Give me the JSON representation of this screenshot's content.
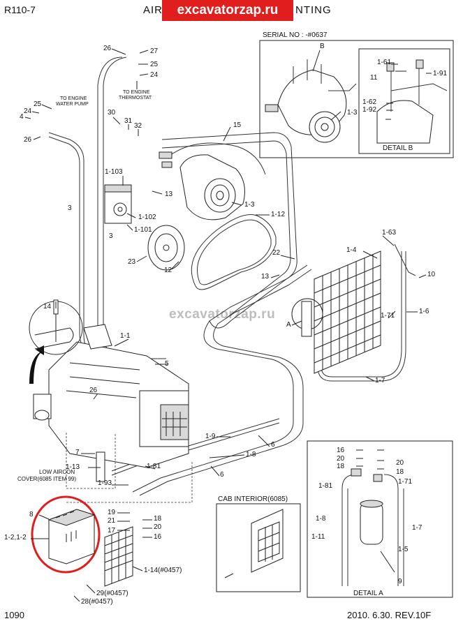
{
  "header": {
    "model": "R110-7",
    "title_visible": "AIR",
    "title_tail": "NTING",
    "watermark": "excavatorzap.ru",
    "watermark_mid": "excavatorzap.ru"
  },
  "footer": {
    "page": "1090",
    "revision": "2010. 6.30.  REV.10F"
  },
  "boxes": {
    "serial": "SERIAL NO : -#0637",
    "detail_b": "DETAIL B",
    "detail_a": "DETAIL A",
    "cab_interior": "CAB INTERIOR(6085)"
  },
  "notes": {
    "engine_pump_1": "TO ENGINE",
    "engine_pump_2": "WATER PUMP",
    "engine_thermo_1": "TO ENGINE",
    "engine_thermo_2": "THERMOSTAT",
    "low_cover_1": "LOW AIRCON",
    "low_cover_2": "COVER(6085 ITEM 99)"
  },
  "callouts": {
    "c26a": "26",
    "c27": "27",
    "c25a": "25",
    "c24a": "24",
    "c25b": "25",
    "c24b": "24",
    "c4": "4",
    "c26b": "26",
    "c30": "30",
    "c31": "31",
    "c32": "32",
    "c15": "15",
    "c1103": "1-103",
    "c13a": "13",
    "c1102": "1-102",
    "c1101": "1-101",
    "c3a": "3",
    "c3b": "3",
    "c13": "1-3",
    "c112": "1-12",
    "c23": "23",
    "c12": "12",
    "c22": "22",
    "c13b": "13",
    "c14": "1-4",
    "c163": "1-63",
    "c10": "10",
    "c171a": "1-71",
    "c16": "1-6",
    "c17a": "1-7",
    "cA": "A",
    "c14item": "14",
    "c11": "1-1",
    "c5": "5",
    "c26c": "26",
    "c7": "7",
    "c113": "1-13",
    "c181a": "1-81",
    "c193": "1-93",
    "c19": "19",
    "c21": "21",
    "c18a": "18",
    "c20a": "20",
    "c17": "17",
    "c16b": "16",
    "c19b": "1-9",
    "c6a": "6",
    "c18b": "1-8",
    "c6b": "6",
    "c8": "8",
    "c12a": "1-2,1-2",
    "c114": "1-14(#0457)",
    "c29": "29(#0457)",
    "c28": "28(#0457)",
    "cB": "B",
    "c161": "1-61",
    "c11b": "11",
    "c191": "1-91",
    "c162": "1-62",
    "c192": "1-92",
    "c13c": "1-3",
    "d16": "16",
    "d20a": "20",
    "d20b": "20",
    "d18a": "18",
    "d18b": "18",
    "d181": "1-81",
    "d171": "1-71",
    "d18": "1-8",
    "d17": "1-7",
    "d111": "1-11",
    "d15": "1-5",
    "d9": "9"
  }
}
